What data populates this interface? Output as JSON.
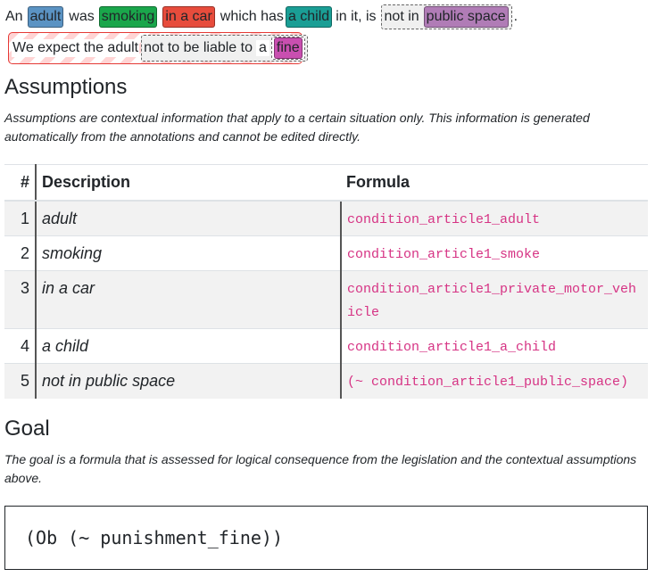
{
  "sentence": {
    "w_an": "An",
    "a_adult": "adult",
    "w_was": "was",
    "a_smoking": "smoking",
    "a_car": "in a car",
    "w_which": "which has",
    "a_child": "a child",
    "w_init": "in it, is",
    "w_notin": "not in",
    "a_public": "public space",
    "w_dot": "."
  },
  "consequence": {
    "w_we": "We expect the adult",
    "w_notliable": "not to be liable to",
    "w_a": "a",
    "a_fine": "fine"
  },
  "assumptions": {
    "title": "Assumptions",
    "description": "Assumptions are contextual information that apply to a certain situation only. This information is generated automatically from the annotations and cannot be edited directly.",
    "headers": {
      "num": "#",
      "description": "Description",
      "formula": "Formula"
    },
    "rows": [
      {
        "num": "1",
        "description": "adult",
        "formula": "condition_article1_adult"
      },
      {
        "num": "2",
        "description": "smoking",
        "formula": "condition_article1_smoke"
      },
      {
        "num": "3",
        "description": "in a car",
        "formula": "condition_article1_private_motor_vehicle"
      },
      {
        "num": "4",
        "description": "a child",
        "formula": "condition_article1_a_child"
      },
      {
        "num": "5",
        "description": "not in public space",
        "formula": "(~ condition_article1_public_space)"
      }
    ]
  },
  "goal": {
    "title": "Goal",
    "description": "The goal is a formula that is assessed for logical consequence from the legislation and the contextual assumptions above.",
    "formula": "(Ob (~ punishment_fine))"
  },
  "colors": {
    "adult": "#5b93c3",
    "smoking": "#1aa64b",
    "car": "#e74c3c",
    "child": "#1a9e95",
    "public_space": "#b07cb6",
    "fine": "#c94fb0",
    "formula_text": "#d63384"
  }
}
